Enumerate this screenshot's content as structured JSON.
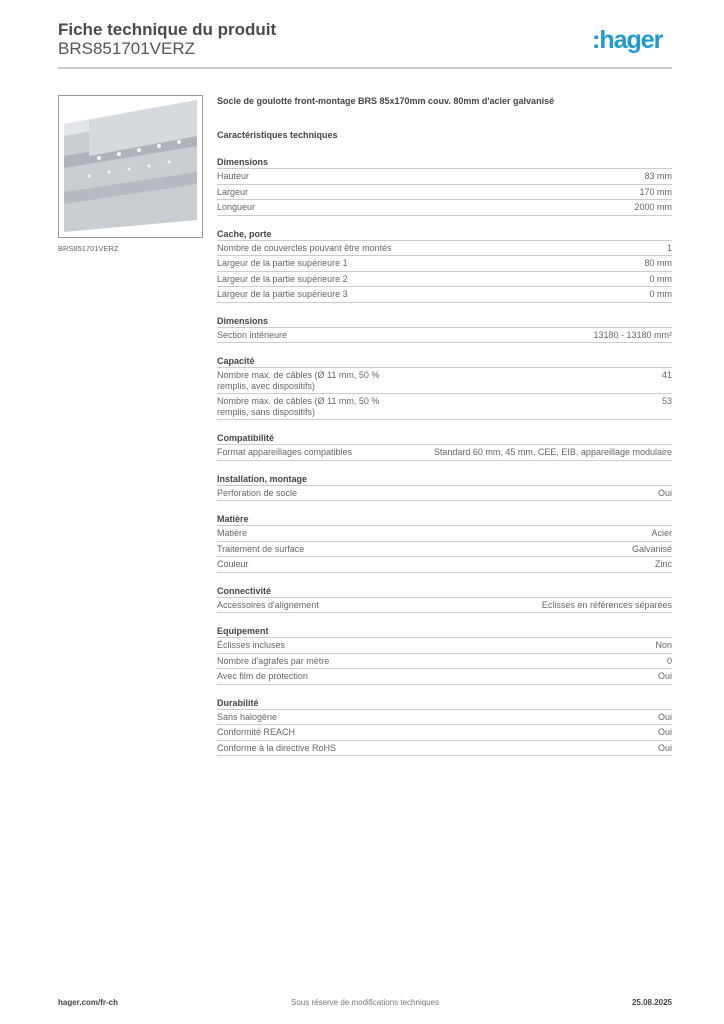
{
  "header": {
    "title": "Fiche technique du produit",
    "reference": "BRS851701VERZ",
    "logo": "hager",
    "accent": "#1e9ad6"
  },
  "image": {
    "caption": "BRS851701VERZ"
  },
  "description": "Socle de goulotte front-montage BRS 85x170mm couv. 80mm d'acier galvanisé",
  "characteristics_title": "Caractéristiques techniques",
  "sections": [
    {
      "title": "Dimensions",
      "rows": [
        [
          "Hauteur",
          "83 mm"
        ],
        [
          "Largeur",
          "170 mm"
        ],
        [
          "Longueur",
          "2000 mm"
        ]
      ]
    },
    {
      "title": "Cache, porte",
      "rows": [
        [
          "Nombre de couvercles pouvant être montés",
          "1"
        ],
        [
          "Largeur de la partie supérieure 1",
          "80 mm"
        ],
        [
          "Largeur de la partie supérieure 2",
          "0 mm"
        ],
        [
          "Largeur de la partie supérieure 3",
          "0 mm"
        ]
      ]
    },
    {
      "title": "Dimensions",
      "rows": [
        [
          "Section intérieure",
          "13180 - 13180 mm²"
        ]
      ]
    },
    {
      "title": "Capacité",
      "rows": [
        [
          "Nombre max. de câbles (Ø 11 mm, 50 % remplis, avec dispositifs)",
          "41"
        ],
        [
          "Nombre max. de câbles (Ø 11 mm, 50 % remplis, sans dispositifs)",
          "53"
        ]
      ]
    },
    {
      "title": "Compatibilité",
      "rows": [
        [
          "Format appareillages compatibles",
          "Standard 60 mm, 45 mm, CEE, EIB, appareillage modulaire"
        ]
      ]
    },
    {
      "title": "Installation, montage",
      "rows": [
        [
          "Perforation de socle",
          "Oui"
        ]
      ]
    },
    {
      "title": "Matière",
      "rows": [
        [
          "Matière",
          "Acier"
        ],
        [
          "Traitement de surface",
          "Galvanisé"
        ],
        [
          "Couleur",
          "Zinc"
        ]
      ]
    },
    {
      "title": "Connectivité",
      "rows": [
        [
          "Accessoires d'alignement",
          "Eclisses en références séparées"
        ]
      ]
    },
    {
      "title": "Equipement",
      "rows": [
        [
          "Éclisses incluses",
          "Non"
        ],
        [
          "Nombre d'agrafes par mètre",
          "0"
        ],
        [
          "Avec film de protection",
          "Oui"
        ]
      ]
    },
    {
      "title": "Durabilité",
      "rows": [
        [
          "Sans halogène",
          "Oui"
        ],
        [
          "Conformité REACH",
          "Oui"
        ],
        [
          "Conforme à la directive RoHS",
          "Oui"
        ]
      ]
    }
  ],
  "footer": {
    "website": "hager.com/fr-ch",
    "notice": "Sous réserve de modifications techniques",
    "date": "25.08.2025"
  }
}
